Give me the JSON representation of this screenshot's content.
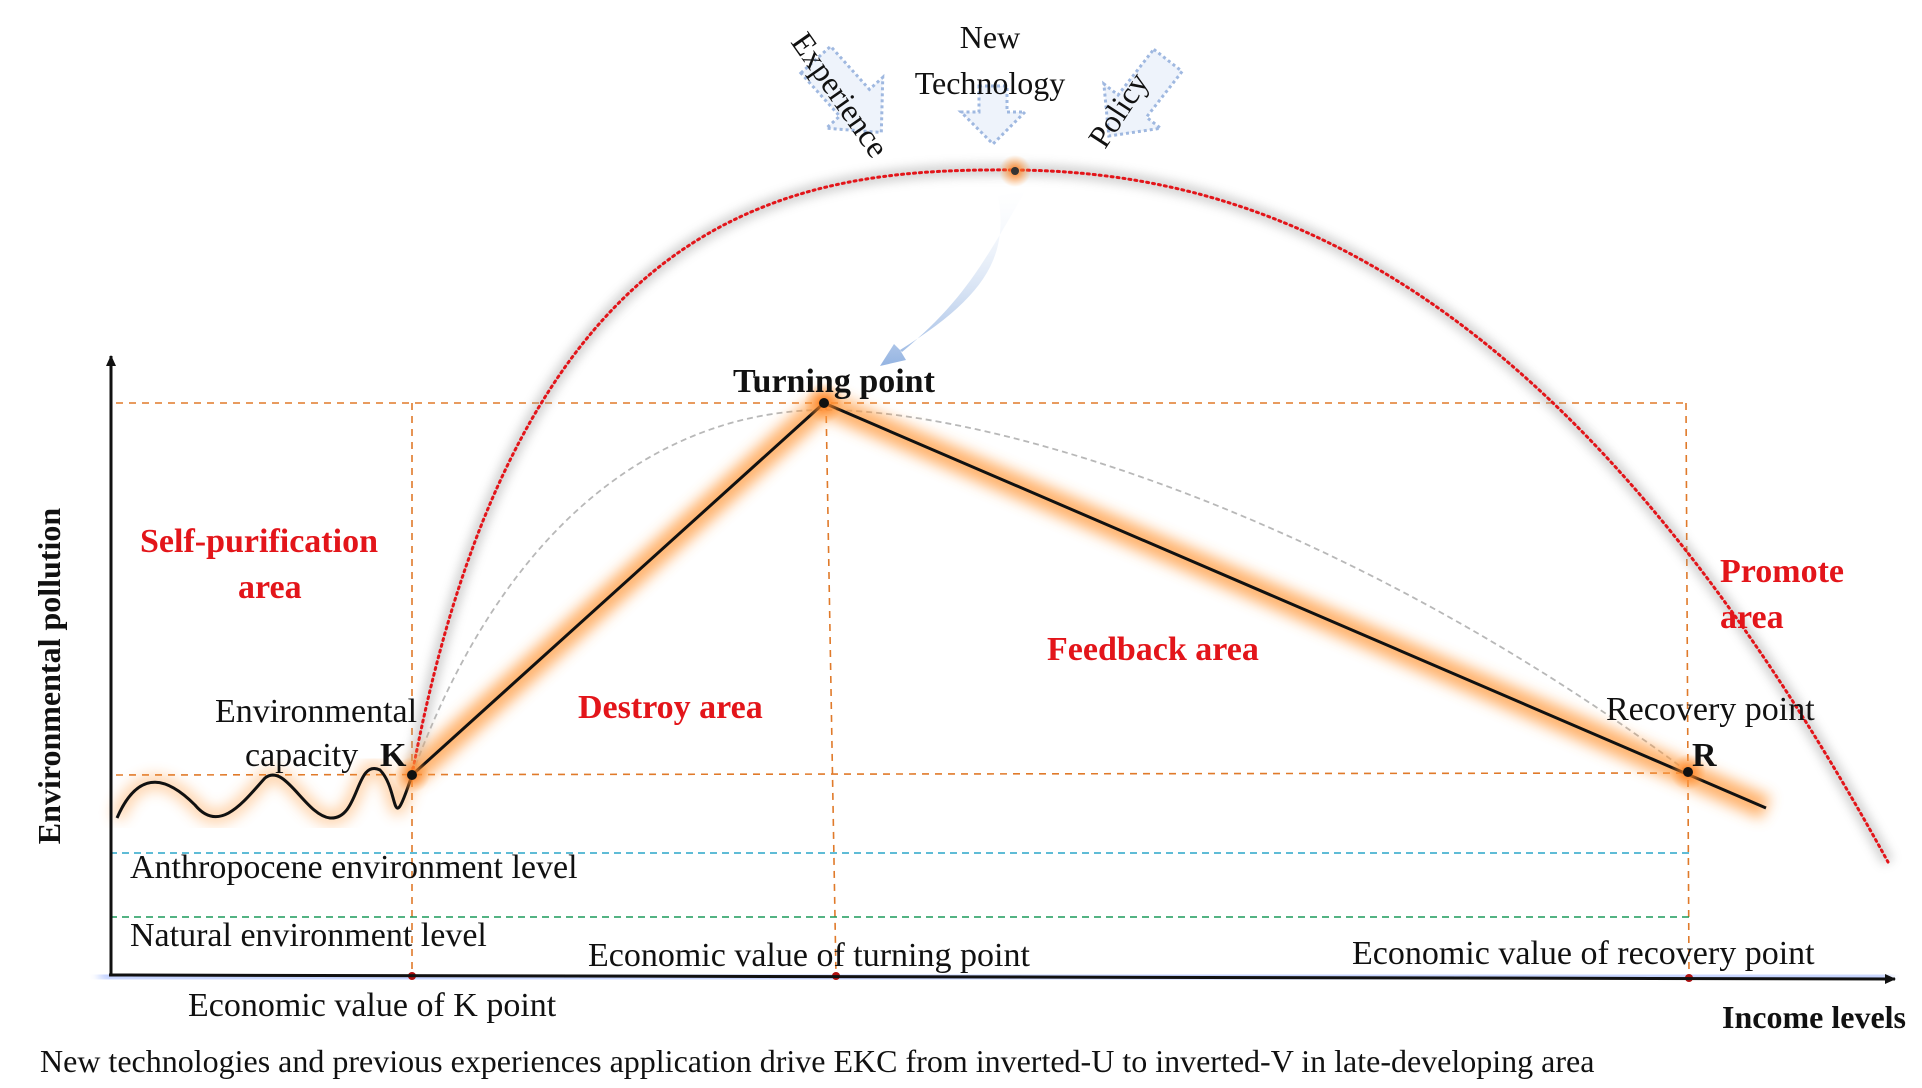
{
  "axes": {
    "y_label": "Environmental pollution",
    "x_label": "Income levels"
  },
  "influences": {
    "experience": "Experience",
    "new_technology_line1": "New",
    "new_technology_line2": "Technology",
    "policy": "Policy"
  },
  "points": {
    "turning": "Turning point",
    "capacity_line1": "Environmental",
    "capacity_line2": "capacity",
    "k_letter": "K",
    "recovery": "Recovery point",
    "r_letter": "R"
  },
  "areas": {
    "self_purification_line1": "Self-purification",
    "self_purification_line2": "area",
    "destroy": "Destroy area",
    "feedback": "Feedback area",
    "promote_line1": "Promote",
    "promote_line2": "area"
  },
  "levels": {
    "anthropocene": "Anthropocene environment level",
    "natural": "Natural environment level"
  },
  "economic_values": {
    "k_point": "Economic value of K point",
    "turning_point": "Economic value of turning point",
    "recovery_point": "Economic value of recovery point"
  },
  "caption": "New technologies and previous experiences application drive EKC from inverted-U to inverted-V in late-developing area",
  "colors": {
    "accent_red": "#e3151a",
    "highlight_orange": "#ff9a3c",
    "guide_orange": "#e07a2a",
    "anthropocene_blue": "#2aa6c8",
    "natural_green": "#1a9a5a",
    "axis_glow": "#3a6bff",
    "arrow_blue": "#9fb8e0"
  }
}
